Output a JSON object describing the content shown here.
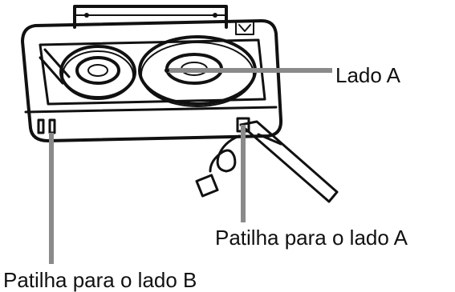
{
  "labels": {
    "side_a": "Lado A",
    "tab_side_a": "Patilha para o lado A",
    "tab_side_b": "Patilha para o lado B"
  },
  "colors": {
    "outline": "#111111",
    "leader_line": "#8a8a8a",
    "background": "#ffffff"
  }
}
